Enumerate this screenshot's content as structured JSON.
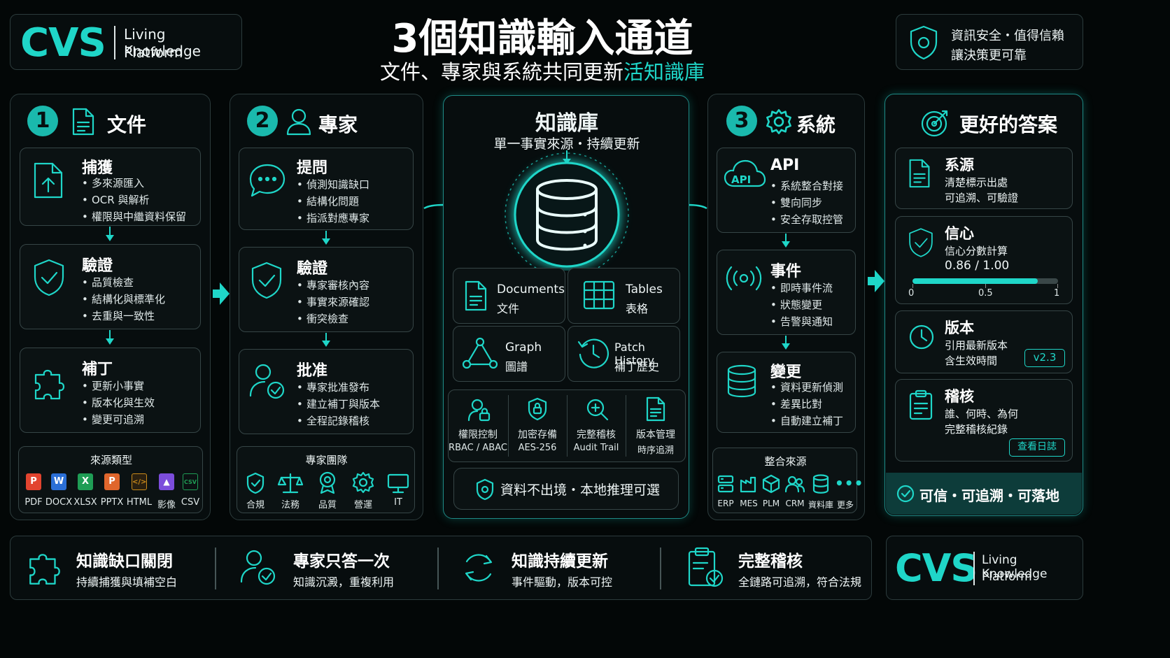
{
  "logo": {
    "mark": "CVS",
    "line1": "Living Knowledge",
    "line2": "Platform"
  },
  "header": {
    "title": "3個知識輸入通道",
    "subtitle_prefix": "文件、專家與系統共同更新",
    "subtitle_highlight": "活知識庫"
  },
  "security": {
    "line1": "資訊安全・值得信賴",
    "line2": "讓決策更可靠"
  },
  "documents": {
    "number": "1",
    "title": "文件",
    "cards": [
      {
        "title": "捕獲",
        "items": [
          "多來源匯入",
          "OCR 與解析",
          "權限與中繼資料保留"
        ]
      },
      {
        "title": "驗證",
        "items": [
          "品質檢查",
          "結構化與標準化",
          "去重與一致性"
        ]
      },
      {
        "title": "補丁",
        "items": [
          "更新小事實",
          "版本化與生效",
          "變更可追溯"
        ]
      }
    ],
    "sources_title": "來源類型",
    "sources": [
      "PDF",
      "DOCX",
      "XLSX",
      "PPTX",
      "HTML",
      "影像",
      "CSV"
    ]
  },
  "experts": {
    "number": "2",
    "title": "專家",
    "cards": [
      {
        "title": "提問",
        "items": [
          "偵測知識缺口",
          "結構化問題",
          "指派對應專家"
        ]
      },
      {
        "title": "驗證",
        "items": [
          "專家審核內容",
          "事實來源確認",
          "衝突檢查"
        ]
      },
      {
        "title": "批准",
        "items": [
          "專家批准發布",
          "建立補丁與版本",
          "全程記錄稽核"
        ]
      }
    ],
    "team_title": "專家團隊",
    "team": [
      "合規",
      "法務",
      "品質",
      "營運",
      "IT"
    ]
  },
  "kb": {
    "title": "知識庫",
    "subtitle": "單一事實來源・持續更新",
    "types": [
      {
        "en": "Documents",
        "zh": "文件"
      },
      {
        "en": "Tables",
        "zh": "表格"
      },
      {
        "en": "Graph",
        "zh": "圖譜"
      },
      {
        "en": "Patch History",
        "zh": "補丁歷史"
      }
    ],
    "features": [
      {
        "title": "權限控制",
        "sub": "RBAC / ABAC"
      },
      {
        "title": "加密存備",
        "sub": "AES-256"
      },
      {
        "title": "完整稽核",
        "sub": "Audit Trail"
      },
      {
        "title": "版本管理",
        "sub": "時序追溯"
      }
    ],
    "footer": "資料不出境・本地推理可選"
  },
  "systems": {
    "number": "3",
    "title": "系統",
    "api_badge": "API",
    "cards": [
      {
        "title": "API",
        "items": [
          "系統整合對接",
          "雙向同步",
          "安全存取控管"
        ]
      },
      {
        "title": "事件",
        "items": [
          "即時事件流",
          "狀態變更",
          "告警與通知"
        ]
      },
      {
        "title": "變更",
        "items": [
          "資料更新偵測",
          "差異比對",
          "自動建立補丁"
        ]
      }
    ],
    "int_title": "整合來源",
    "integrations": [
      "ERP",
      "MES",
      "PLM",
      "CRM",
      "資料庫",
      "更多"
    ]
  },
  "answers": {
    "title": "更好的答案",
    "source": {
      "title": "系源",
      "l1": "清楚標示出處",
      "l2": "可追溯、可驗證"
    },
    "confidence": {
      "title": "信心",
      "l1": "信心分數計算",
      "score_text": "0.86 / 1.00",
      "value": 0.86,
      "ticks": [
        "0",
        "0.5",
        "1"
      ]
    },
    "version": {
      "title": "版本",
      "l1": "引用最新版本",
      "l2": "含生效時間",
      "badge": "v2.3"
    },
    "audit": {
      "title": "稽核",
      "l1": "誰、何時、為何",
      "l2": "完整稽核紀錄",
      "button": "查看日誌"
    },
    "footer": "可信・可追溯・可落地"
  },
  "benefits": [
    {
      "title": "知識缺口關閉",
      "sub": "持續捕獲與填補空白"
    },
    {
      "title": "專家只答一次",
      "sub": "知識沉澱，重複利用"
    },
    {
      "title": "知識持續更新",
      "sub": "事件驅動，版本可控"
    },
    {
      "title": "完整稽核",
      "sub": "全鏈路可追溯，符合法規"
    }
  ],
  "colors": {
    "accent": "#1fd6c8",
    "bg": "#030707",
    "pdf": "#e2442f",
    "docx": "#2b6fd6",
    "xlsx": "#1f9d55",
    "pptx": "#e0662c",
    "html": "#c98a1a",
    "img": "#7c4ddb",
    "csv": "#1f9d55"
  }
}
